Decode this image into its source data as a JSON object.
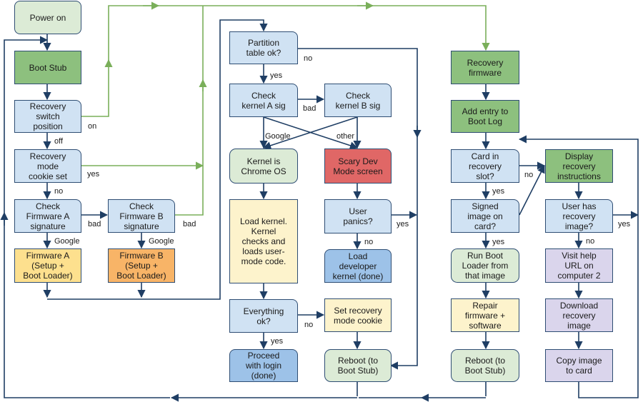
{
  "colors": {
    "start": "#dcebd6",
    "green": "#8dc07e",
    "blue": "#d0e2f3",
    "mint": "#dcebd6",
    "yellow": "#fdf3cc",
    "gold": "#fde08e",
    "orange": "#f8b467",
    "red": "#e06766",
    "steel": "#9dc2e8",
    "lavender": "#dad5ec",
    "arrow": "#1f3e64",
    "arrow_green": "#7aaf5a"
  },
  "nodes": {
    "power_on": "Power on",
    "boot_stub": "Boot Stub",
    "recovery_switch": "Recovery\nswitch\nposition",
    "recovery_cookie": "Recovery\nmode\ncookie set",
    "check_fw_a": "Check\nFirmware A\nsignature",
    "check_fw_b": "Check\nFirmware B\nsignature",
    "fw_a": "Firmware A\n(Setup +\nBoot Loader)",
    "fw_b": "Firmware B\n(Setup +\nBoot Loader)",
    "partition_ok": "Partition\ntable ok?",
    "check_kernel_a": "Check\nkernel A sig",
    "check_kernel_b": "Check\nkernel B sig",
    "kernel_chrome": "Kernel is\nChrome OS",
    "scary_dev": "Scary Dev\nMode screen",
    "load_kernel": "Load kernel.\nKernel\nchecks and\nloads user-\nmode code.",
    "user_panics": "User\npanics?",
    "load_dev_kernel": "Load\ndeveloper\nkernel (done)",
    "everything_ok": "Everything\nok?",
    "set_recovery_cookie": "Set recovery\nmode cookie",
    "proceed_login": "Proceed\nwith login\n(done)",
    "reboot_1": "Reboot (to\nBoot Stub)",
    "recovery_firmware": "Recovery\nfirmware",
    "add_boot_log": "Add entry to\nBoot Log",
    "card_in_slot": "Card in\nrecovery\nslot?",
    "display_instructions": "Display\nrecovery\ninstructions",
    "signed_image": "Signed\nimage on\ncard?",
    "user_has_image": "User has\nrecovery\nimage?",
    "run_boot_loader": "Run Boot\nLoader from\nthat image",
    "visit_help": "Visit help\nURL on\ncomputer 2",
    "repair_firmware": "Repair\nfirmware +\nsoftware",
    "download_image": "Download\nrecovery\nimage",
    "reboot_2": "Reboot (to\nBoot Stub)",
    "copy_image": "Copy image\nto card"
  },
  "labels": {
    "on": "on",
    "off": "off",
    "yes_cookie": "yes",
    "no_cookie": "no",
    "bad_a": "bad",
    "bad_b": "bad",
    "google_a": "Google",
    "google_b": "Google",
    "no_partition": "no",
    "yes_partition": "yes",
    "bad_kernel": "bad",
    "google_kernel": "Google",
    "other_kernel": "other",
    "yes_panics": "yes",
    "no_panics": "no",
    "no_everything": "no",
    "yes_everything": "yes",
    "no_card": "no",
    "yes_card": "yes",
    "yes_signed": "yes",
    "no_user_image": "no",
    "yes_user_image": "yes"
  }
}
